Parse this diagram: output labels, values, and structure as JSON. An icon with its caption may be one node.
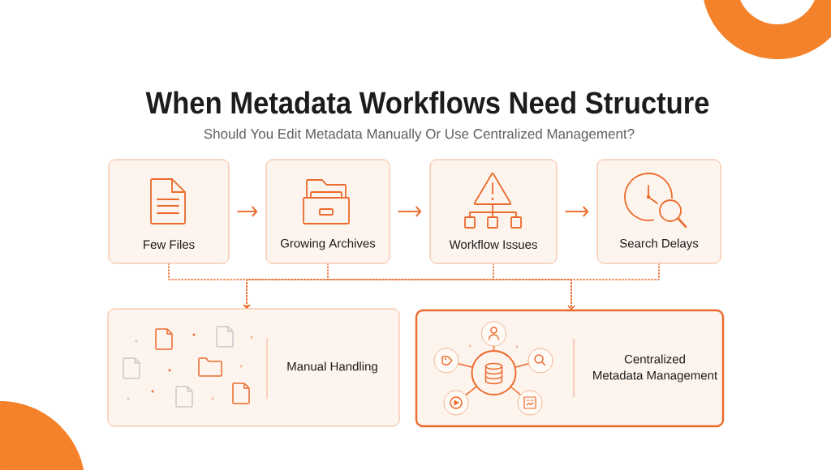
{
  "diagram": {
    "title": "When Metadata Workflows Need Structure",
    "nodes": [
      {
        "text": [
          "Few Files"
        ]
      },
      {
        "text": [
          "Growing Archives"
        ]
      },
      {
        "text": [
          "Workflow Issues"
        ]
      },
      {
        "text": [
          "Search Delays"
        ]
      },
      {
        "text": [
          "Manual Handling"
        ]
      },
      {
        "text": [
          "Centralized Metadata Management"
        ]
      }
    ],
    "edges": [
      {
        "from": 0,
        "to": 1,
        "arrow": "to"
      },
      {
        "from": 1,
        "to": 2,
        "arrow": "to"
      },
      {
        "from": 2,
        "to": 3,
        "arrow": "to"
      },
      {
        "from": 0,
        "to": 4,
        "arrow": "to",
        "style": "dashed"
      },
      {
        "from": 0,
        "to": 5,
        "arrow": "to",
        "style": "dashed"
      },
      {
        "from": 1,
        "to": 4,
        "arrow": "to",
        "style": "dashed"
      },
      {
        "from": 1,
        "to": 5,
        "arrow": "to",
        "style": "dashed"
      },
      {
        "from": 2,
        "to": 4,
        "arrow": "to",
        "style": "dashed"
      },
      {
        "from": 2,
        "to": 5,
        "arrow": "to",
        "style": "dashed"
      },
      {
        "from": 3,
        "to": 4,
        "arrow": "to",
        "style": "dashed"
      },
      {
        "from": 3,
        "to": 5,
        "arrow": "to",
        "style": "dashed"
      }
    ],
    "labels": [
      "Should You Edit Metadata Manually Or Use Centralized Management?"
    ]
  }
}
